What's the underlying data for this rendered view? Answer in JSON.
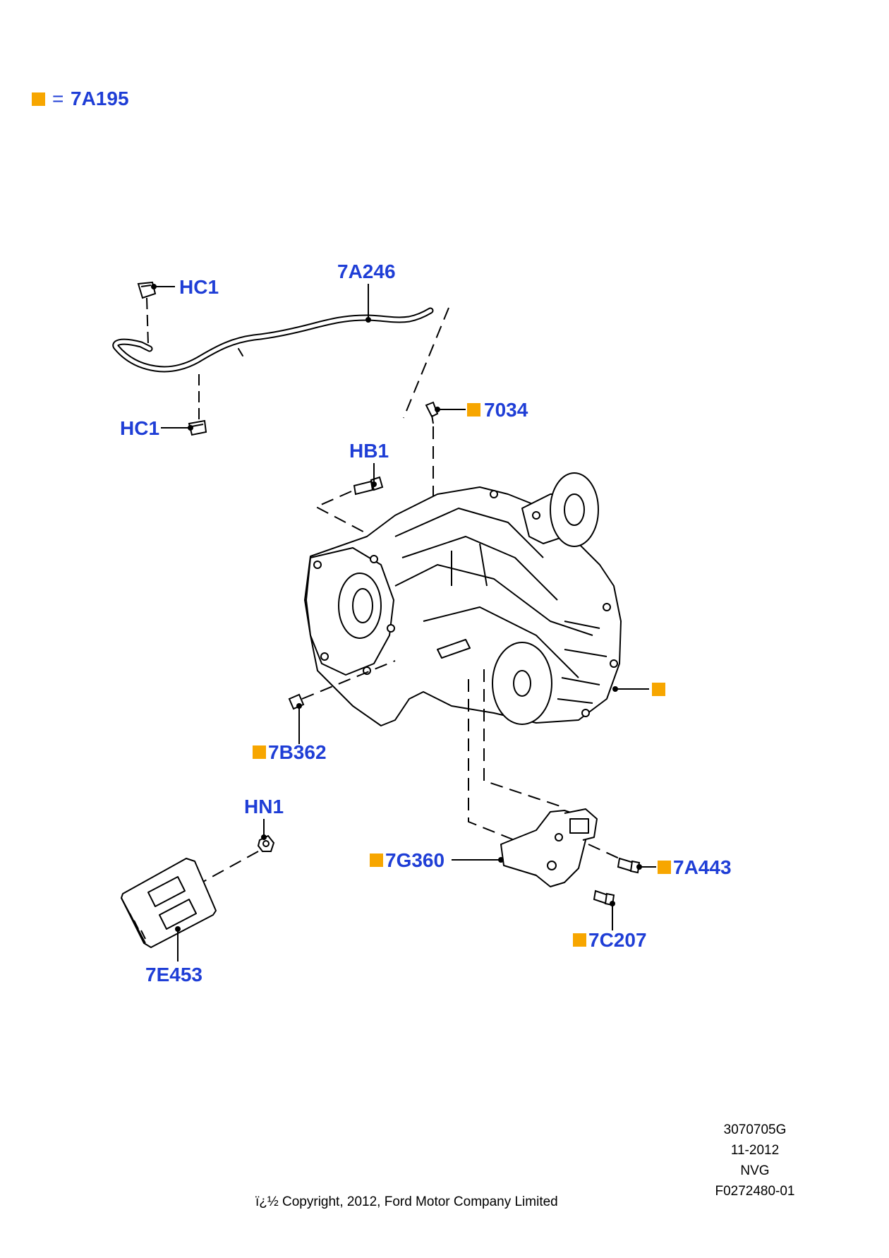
{
  "colors": {
    "callout_text": "#1f3ed6",
    "marker": "#f7a600",
    "line": "#000000"
  },
  "legend": {
    "equals": "=",
    "part": "7A195"
  },
  "callouts": {
    "hc1_top": "HC1",
    "hc1_bottom": "HC1",
    "a246": "7A246",
    "p7034": "7034",
    "hb1": "HB1",
    "b362": "7B362",
    "hn1": "HN1",
    "g360": "7G360",
    "a443": "7A443",
    "c207": "7C207",
    "e453": "7E453"
  },
  "info": {
    "line1": "3070705G",
    "line2": "11-2012",
    "line3": "NVG",
    "line4": "F0272480-01"
  },
  "copyright": "ï¿½ Copyright, 2012, Ford Motor Company Limited"
}
